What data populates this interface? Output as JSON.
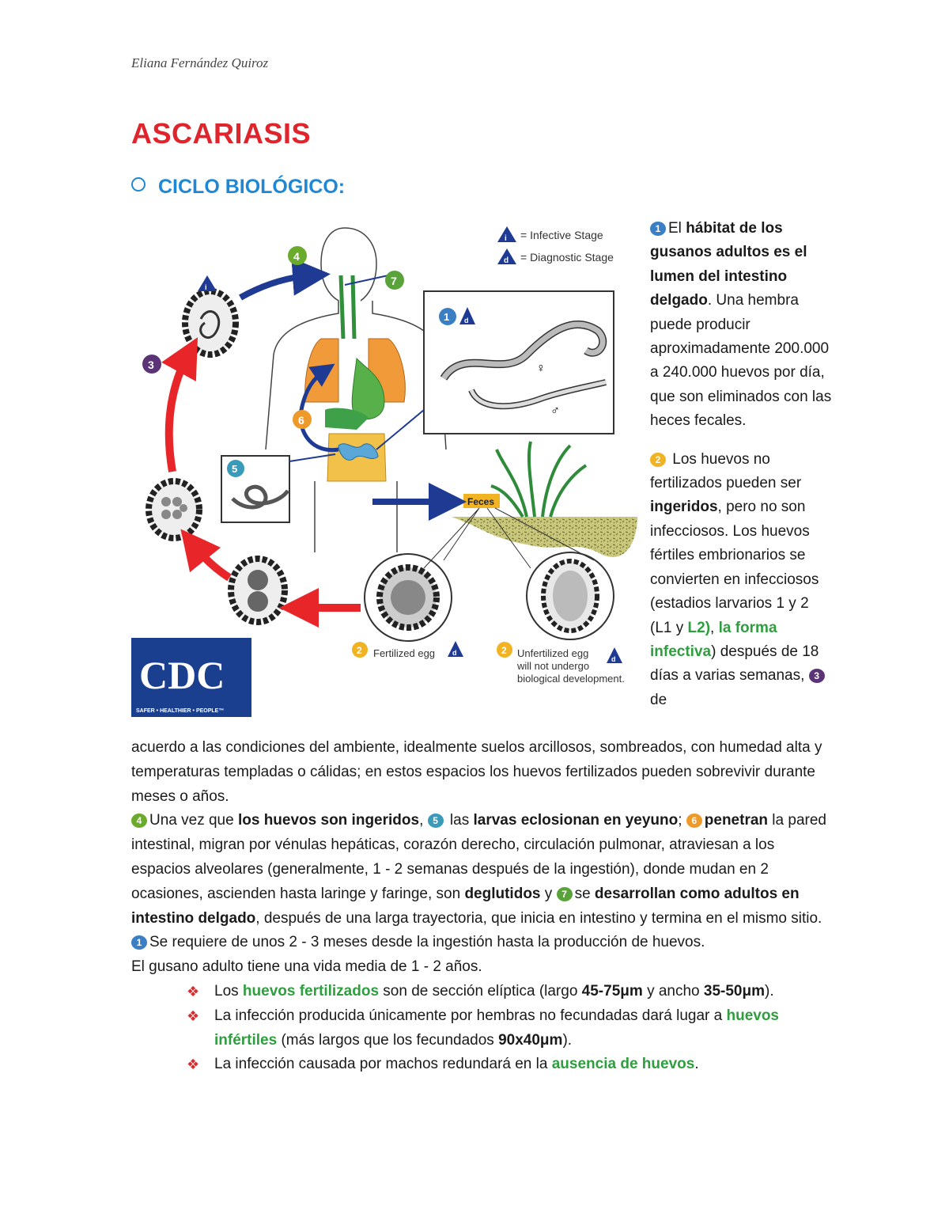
{
  "header": {
    "author": "Eliana Fernández Quiroz"
  },
  "title": "ASCARIASIS",
  "section_heading": "CICLO BIOLÓGICO:",
  "figure": {
    "legend_infective": "= Infective Stage",
    "legend_diagnostic": "= Diagnostic Stage",
    "infective_letter": "i",
    "diagnostic_letter": "d",
    "feces_label": "Feces",
    "fertilized_label": "Fertilized egg",
    "unfertilized_line1": "Unfertilized egg",
    "unfertilized_line2": "will not undergo",
    "unfertilized_line3": "biological development.",
    "female_symbol": "♀",
    "male_symbol": "♂",
    "step_numbers": [
      "1",
      "2",
      "2",
      "3",
      "4",
      "5",
      "6",
      "7"
    ],
    "logo_text": "CDC",
    "logo_tagline": "SAFER • HEALTHIER • PEOPLE™"
  },
  "side_text": {
    "p1_el": "El ",
    "p1_bold": "hábitat de los gusanos adultos es el lumen  del intestino delgado",
    "p1_rest": ". Una hembra puede producir aproximadamente 200.000 a 240.000 huevos por día, que son eliminados con las heces fecales.",
    "p2_a": " Los huevos no fertilizados pueden ser ",
    "p2_bold": "ingeridos",
    "p2_b": ", pero no son infecciosos. Los huevos fértiles embrionarios se convierten en infecciosos (estadios larvarios 1 y 2 (L1 y ",
    "p2_green1": "L2)",
    "p2_c": ", ",
    "p2_green2": "la forma infectiva",
    "p2_d": ") después de 18 días a varias semanas, ",
    "p2_e": "de"
  },
  "body": {
    "p1": "acuerdo a las condiciones del ambiente, idealmente suelos arcillosos, sombreados, con humedad alta y temperaturas templadas o cálidas; en estos espacios los huevos fertilizados pueden sobrevivir durante meses o años.",
    "p2_a": "Una vez que ",
    "p2_b1": "los huevos son ingeridos",
    "p2_c": ", ",
    "p2_d": " las ",
    "p2_b2": "larvas eclosionan en yeyuno",
    "p2_e": "; ",
    "p2_b3": "penetran",
    "p2_f": " la pared intestinal, migran por vénulas hepáticas, corazón derecho, circulación pulmonar, atraviesan a los espacios alveolares (generalmente, 1 - 2 semanas después de la ingestión), donde mudan en 2 ocasiones, ascienden hasta laringe y faringe, son ",
    "p2_b4": "deglutidos",
    "p2_g": " y ",
    "p2_h": "se ",
    "p2_b5": "desarrollan como adultos en intestino delgado",
    "p2_i": ", después de una larga trayectoria, que inicia en intestino y termina en el mismo sitio.",
    "p3": "Se requiere de unos 2 - 3 meses desde la ingestión hasta la producción de huevos.",
    "p4": "El gusano adulto tiene una vida media de 1 - 2 años.",
    "b1_a": "Los ",
    "b1_green": "huevos fertilizados",
    "b1_b": " son de sección elíptica (largo ",
    "b1_bold1": "45-75μm",
    "b1_c": " y ancho ",
    "b1_bold2": "35-50μm",
    "b1_d": ").",
    "b2_a": "La infección producida únicamente por hembras no fecundadas dará lugar a ",
    "b2_green": "huevos infértiles",
    "b2_b": " (más largos que los fecundados ",
    "b2_bold": "90x40μm",
    "b2_c": ").",
    "b3_a": "La infección causada por machos redundará en la ",
    "b3_green": "ausencia de huevos",
    "b3_b": ".",
    "bullet_glyph": "❖"
  },
  "colors": {
    "title": "#e0242b",
    "heading": "#1e88d6",
    "highlight": "#2e9e3e",
    "bullet": "#d32f2f"
  }
}
